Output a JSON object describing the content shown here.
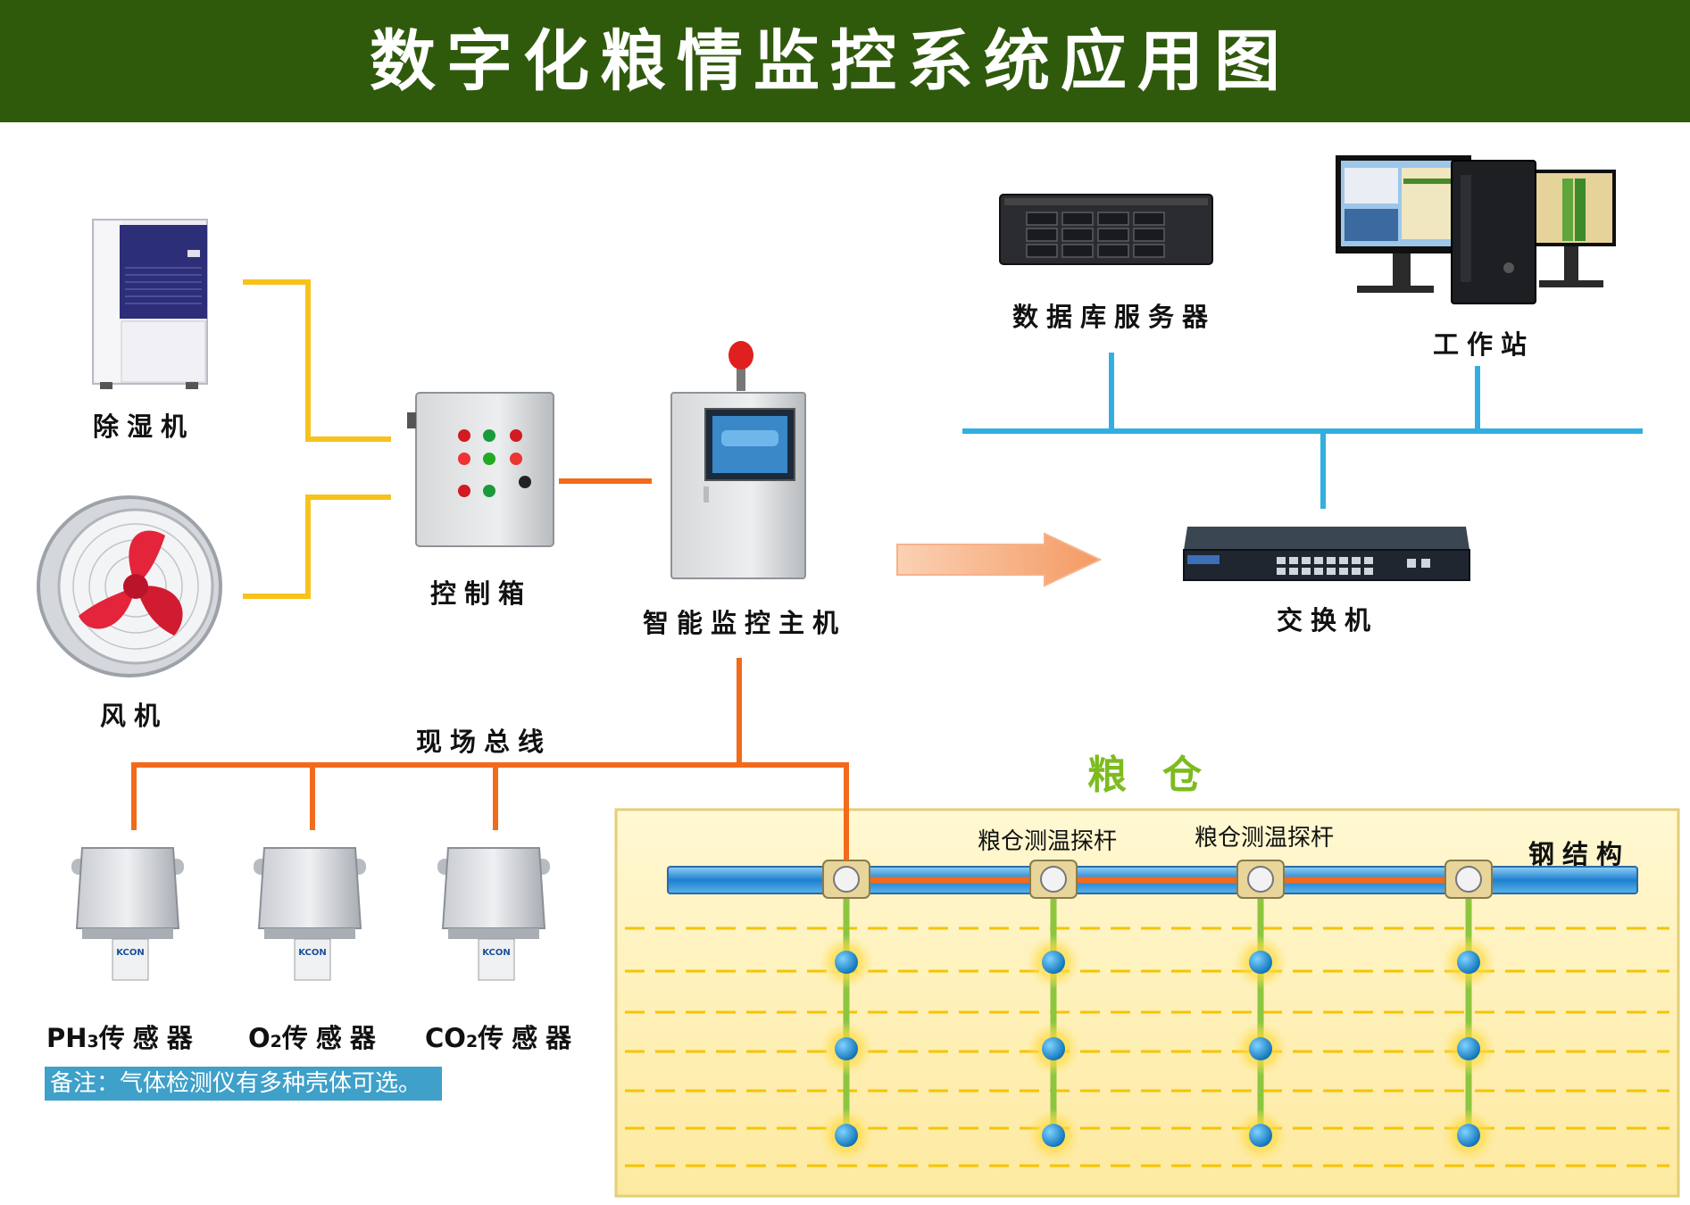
{
  "title": "数字化粮情监控系统应用图",
  "labels": {
    "dehumidifier": "除湿机",
    "fan": "风机",
    "control_box": "控制箱",
    "host": "智能监控主机",
    "db_server": "数据库服务器",
    "workstation": "工作站",
    "switch": "交换机",
    "field_bus": "现场总线",
    "granary": "粮仓",
    "probe_1": "粮仓测温探杆",
    "probe_2": "粮仓测温探杆",
    "steel": "钢结构",
    "sensor_ph3_formula": "PH",
    "sensor_ph3_sub": "3",
    "sensor_o2_formula": "O",
    "sensor_o2_sub": "2",
    "sensor_co2_formula": "CO",
    "sensor_co2_sub": "2",
    "sensor_suffix": "传感器",
    "note": "备注：气体检测仪有多种壳体可选。"
  },
  "brand": "KCON",
  "colors": {
    "header": "#2f5a0c",
    "power_line": "#f7c21c",
    "bus_line": "#f26a1b",
    "network_line": "#33aee0",
    "probe_line": "#8cc63f"
  }
}
